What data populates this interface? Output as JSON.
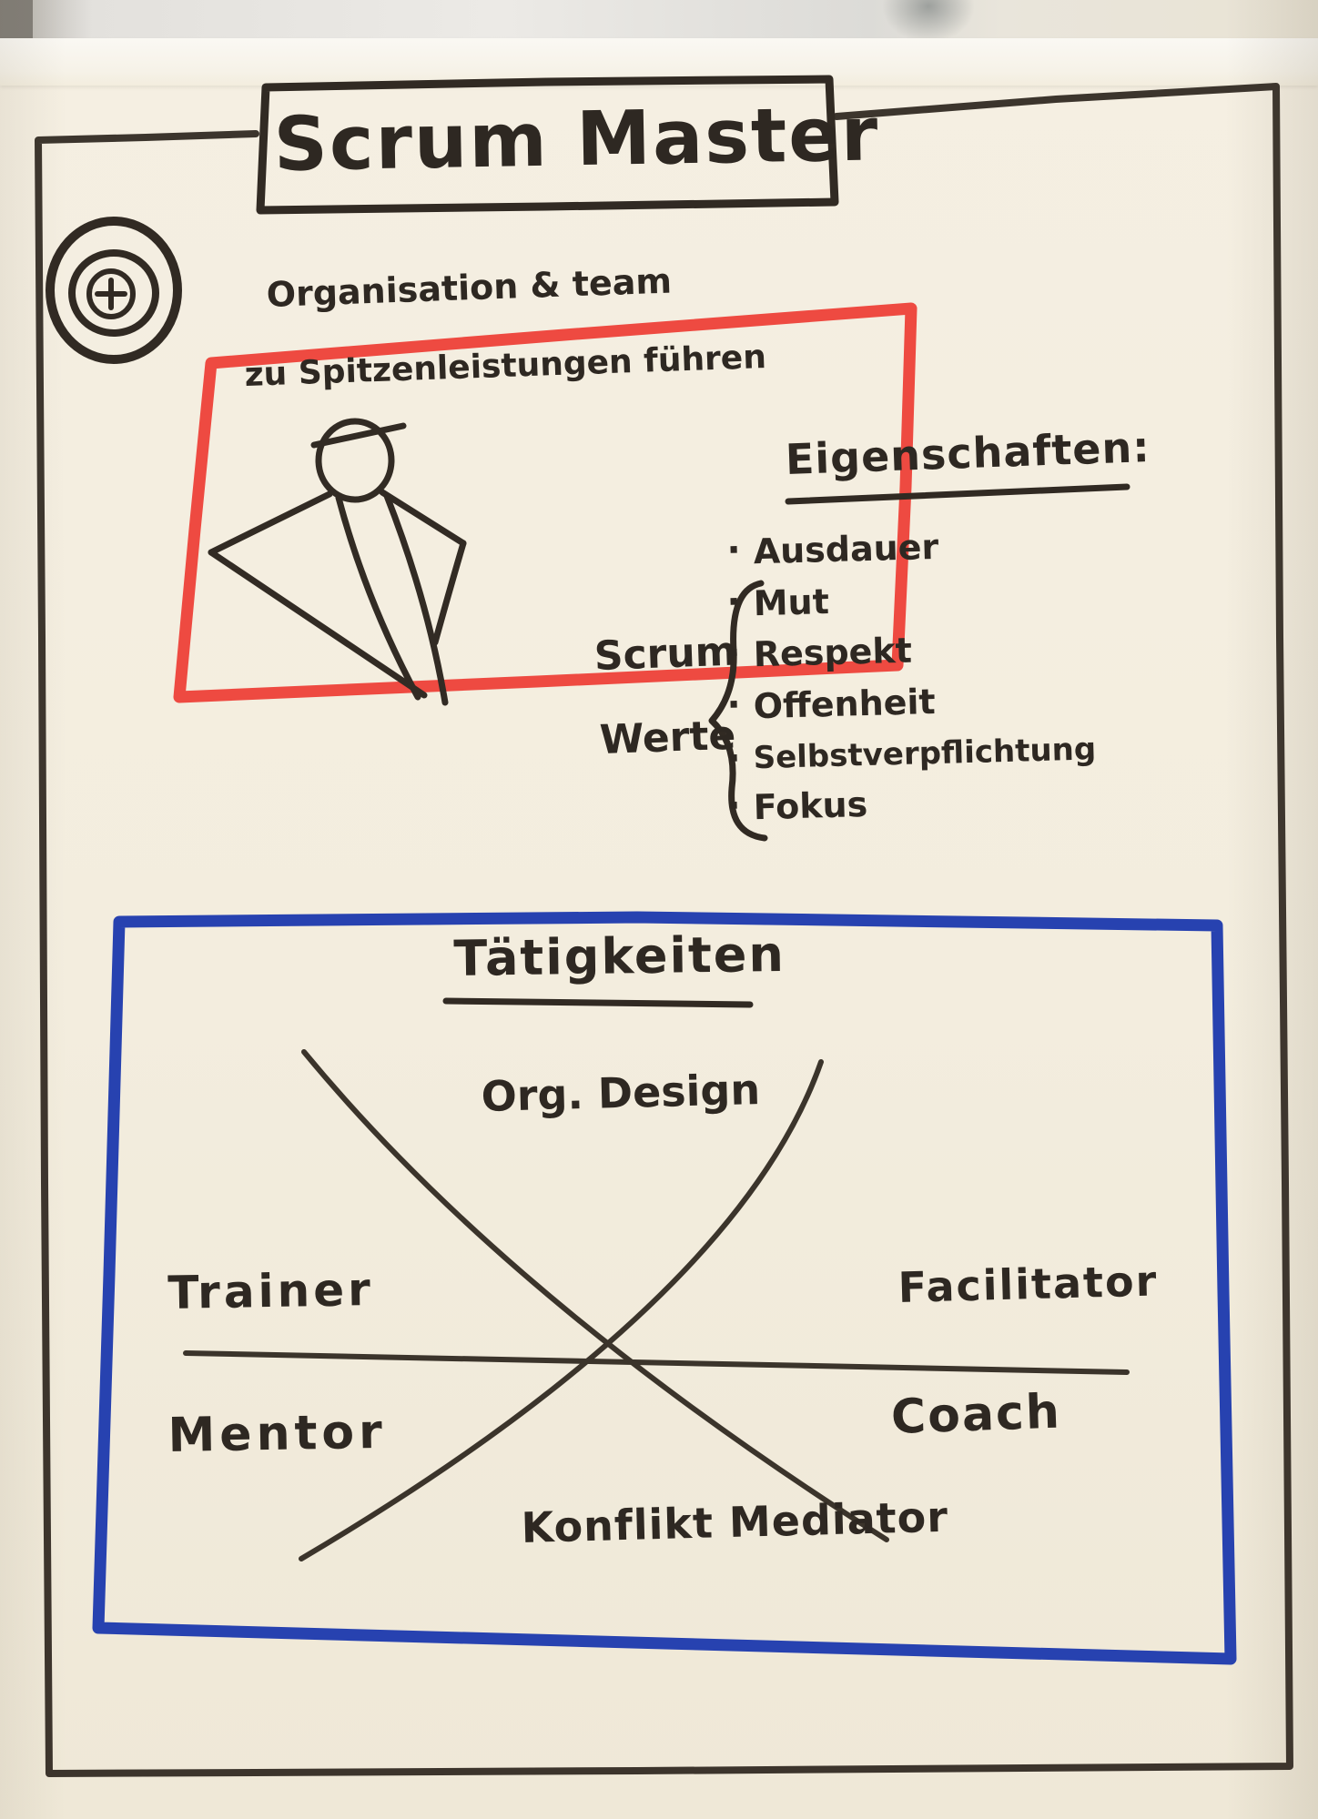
{
  "poster": {
    "title": "Scrum Master",
    "mission": {
      "line1": "Organisation & team",
      "line2": "zu Spitzenleistungen führen"
    },
    "properties": {
      "heading": "Eigenschaften:",
      "bullet": "·",
      "items": [
        "Ausdauer",
        "Mut",
        "Respekt",
        "Offenheit",
        "Selbstverpflichtung",
        "Fokus"
      ],
      "brace_label": {
        "line1": "Scrum",
        "line2": "Werte"
      }
    },
    "activities": {
      "heading": "Tätigkeiten",
      "top": "Org. Design",
      "left_upper": "Trainer",
      "right_upper": "Facilitator",
      "left_lower": "Mentor",
      "right_lower": "Coach",
      "bottom": "Konflikt Mediator"
    },
    "icons": {
      "target": "target-bullseye-plus-icon"
    },
    "colors": {
      "ink": "#2e2822",
      "red_frame": "#ee4a41",
      "blue_frame": "#2742b0",
      "paper": "#f3edde"
    }
  }
}
